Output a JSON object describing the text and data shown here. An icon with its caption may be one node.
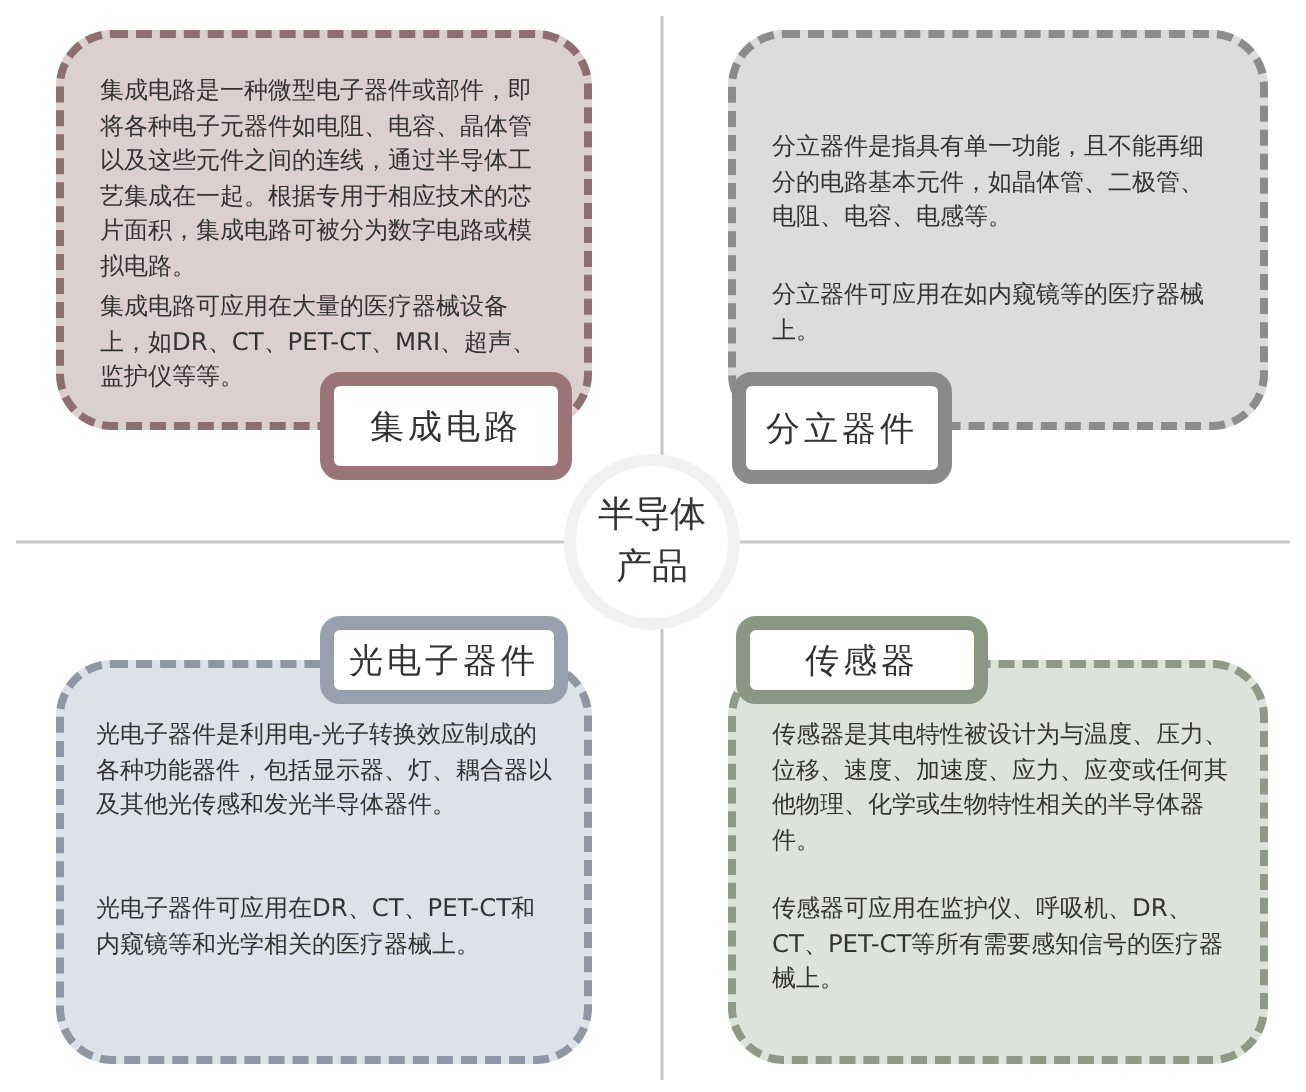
{
  "diagram": {
    "nodes": [
      {
        "text": [
          "集成电路是一种微型电子器件或部件，即将各种电子元器件如电阻、电容、晶体管以及这些元件之间的连线，通过半导体工艺集成在一起。根据专用于相应技术的芯片面积，集成电路可被分为数字电路或模拟电路。",
          "集成电路可应用在大量的医疗器械设备上，如DR、CT、PET-CT、MRI、超声、监护仪等等。"
        ]
      },
      {
        "text": [
          "分立器件是指具有单一功能，且不能再细分的电路基本元件，如晶体管、二极管、电阻、电容、电感等。",
          "分立器件可应用在如内窥镜等的医疗器械上。"
        ]
      },
      {
        "text": [
          "集成电路"
        ]
      },
      {
        "text": [
          "分立器件"
        ]
      },
      {
        "text": [
          "半导体产品"
        ]
      },
      {
        "text": [
          "光电子器件"
        ]
      },
      {
        "text": [
          "传感器"
        ]
      },
      {
        "text": [
          "光电子器件是利用电-光子转换效应制成的各种功能器件，包括显示器、灯、耦合器以及其他光传感和发光半导体器件。",
          "光电子器件可应用在DR、CT、PET-CT和内窥镜等和光学相关的医疗器械上。"
        ]
      },
      {
        "text": [
          "传感器是其电特性被设计为与温度、压力、位移、速度、加速度、应力、应变或任何其他物理、化学或生物特性相关的半导体器件。",
          "传感器可应用在监护仪、呼吸机、DR、CT、PET-CT等所有需要感知信号的医疗器械上。"
        ]
      }
    ]
  }
}
